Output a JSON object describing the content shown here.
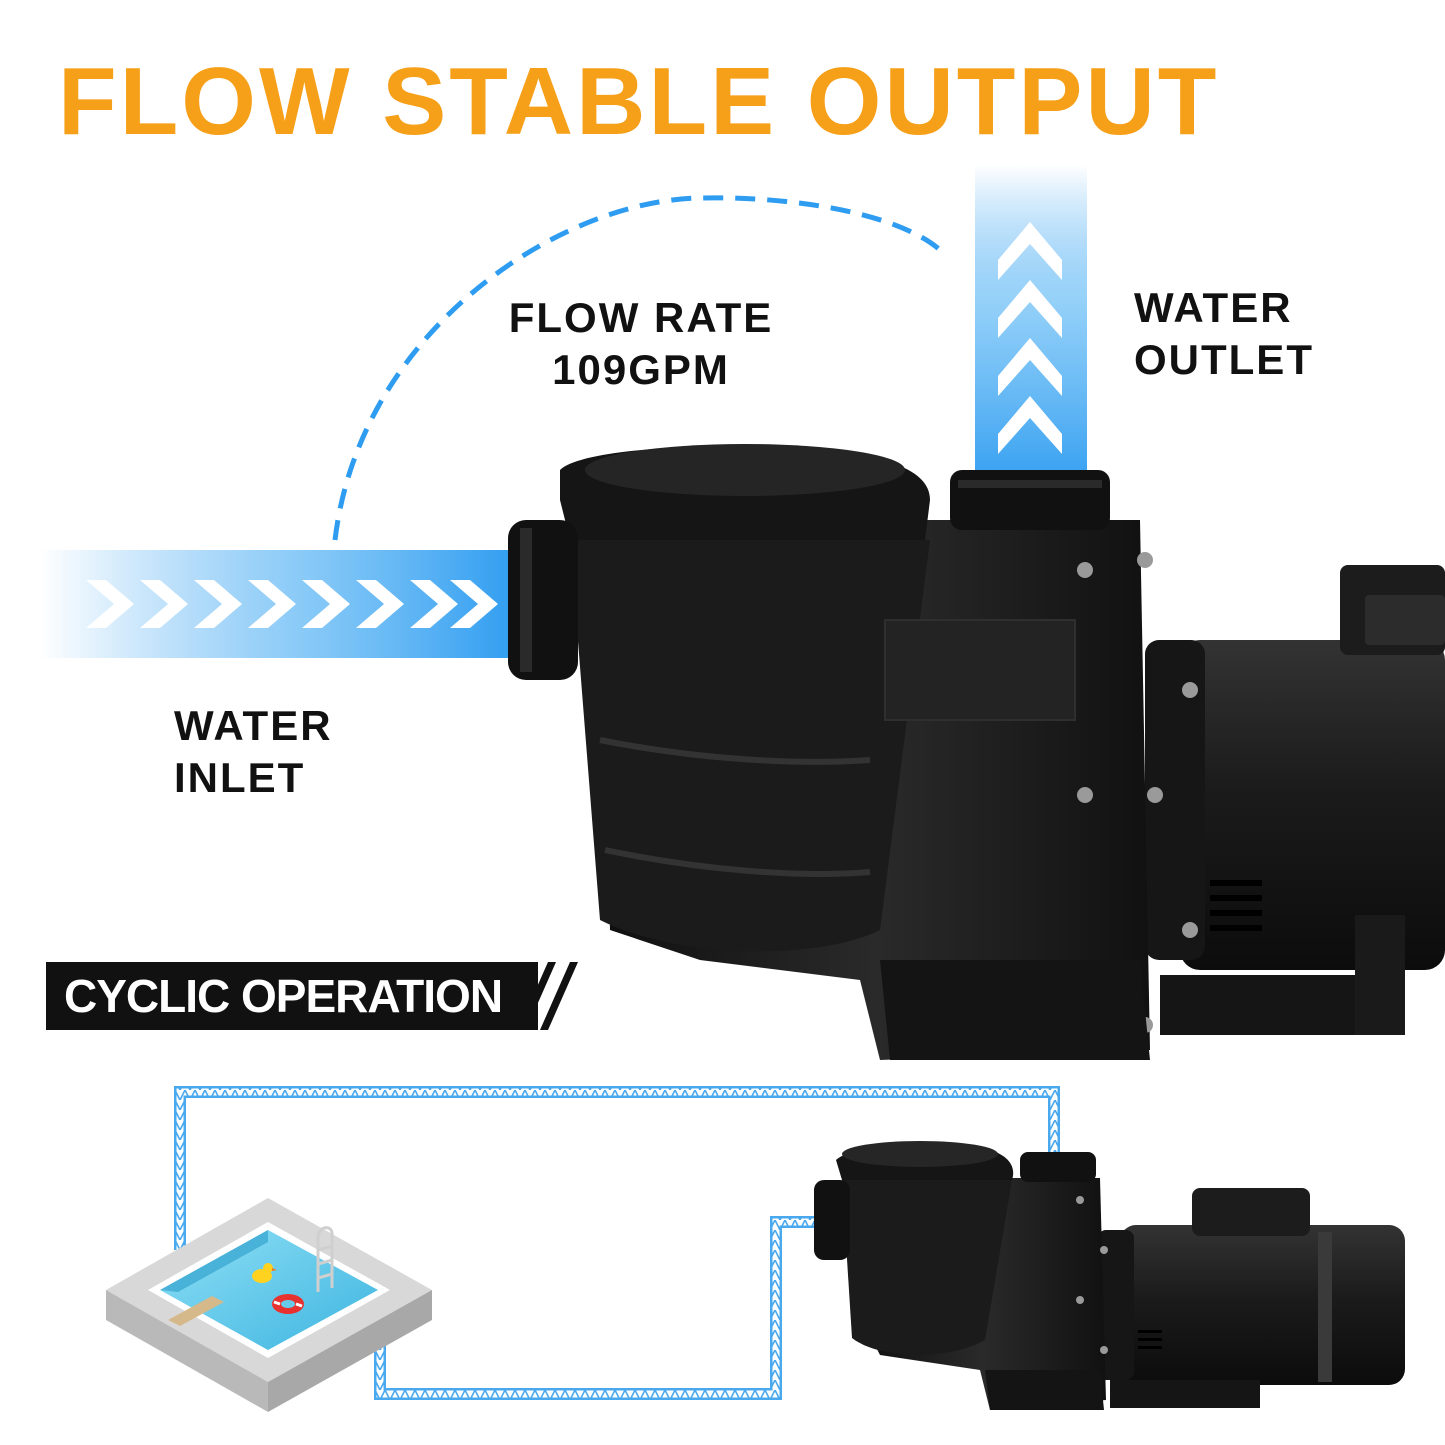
{
  "headline": "FLOW STABLE OUTPUT",
  "flow_rate": {
    "line1": "FLOW RATE",
    "line2": "109GPM"
  },
  "outlet": {
    "line1": "WATER",
    "line2": "OUTLET"
  },
  "inlet": {
    "line1": "WATER",
    "line2": "INLET"
  },
  "badge": "CYCLIC OPERATION",
  "colors": {
    "headline": "#F6A01A",
    "flow_blue": "#2E9CF0",
    "pump_black": "#1A1A1A",
    "badge_bg": "#111111",
    "pool_water": "#4FC3E8"
  },
  "icons": [
    "flow-arrow-icon",
    "pool-icon",
    "pump-icon",
    "rubber-duck-icon",
    "life-ring-icon"
  ]
}
